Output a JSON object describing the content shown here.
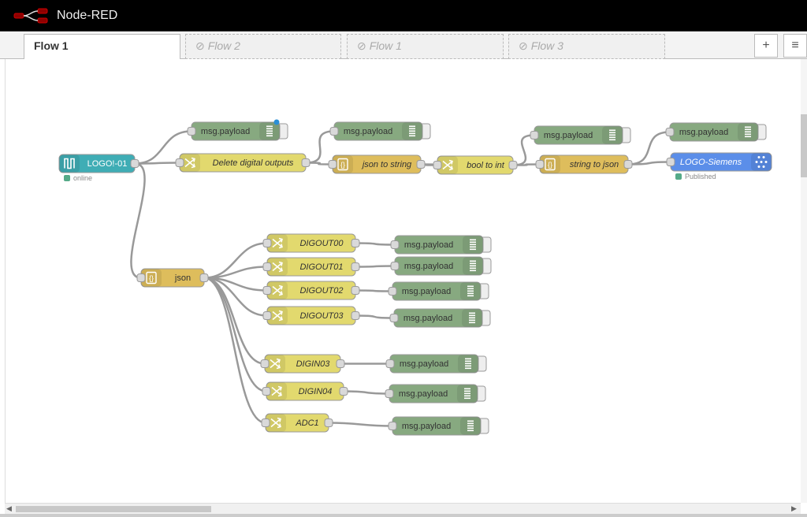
{
  "app": {
    "title": "Node-RED"
  },
  "tabs": [
    {
      "label": "Flow 1",
      "active": true,
      "disabled": false
    },
    {
      "label": "Flow 2",
      "active": false,
      "disabled": true
    },
    {
      "label": "Flow 1",
      "active": false,
      "disabled": true
    },
    {
      "label": "Flow 3",
      "active": false,
      "disabled": true
    }
  ],
  "tab_buttons": {
    "add": "+",
    "list": "≡"
  },
  "colors": {
    "debug": "#87a980",
    "function": "#e2d96e",
    "json": "#debd5c",
    "input": "#3fadb5",
    "output": "#5b8ee9",
    "status": "#5a8"
  },
  "nodes": [
    {
      "id": "logo",
      "type": "input",
      "label": "LOGO!-01",
      "status": "online"
    },
    {
      "id": "del",
      "type": "function",
      "label": "Delete digital outputs"
    },
    {
      "id": "dbg1",
      "type": "debug",
      "label": "msg.payload"
    },
    {
      "id": "j2s",
      "type": "json",
      "label": "json to string"
    },
    {
      "id": "dbg2",
      "type": "debug",
      "label": "msg.payload"
    },
    {
      "id": "b2i",
      "type": "function",
      "label": "bool to int"
    },
    {
      "id": "s2j",
      "type": "json",
      "label": "string to json"
    },
    {
      "id": "dbg3",
      "type": "debug",
      "label": "msg.payload"
    },
    {
      "id": "siemens",
      "type": "output",
      "label": "LOGO-Siemens",
      "status": "Published"
    },
    {
      "id": "dbg4",
      "type": "debug",
      "label": "msg.payload"
    },
    {
      "id": "json",
      "type": "json",
      "label": "json"
    },
    {
      "id": "d0",
      "type": "function",
      "label": "DIGOUT00"
    },
    {
      "id": "d1",
      "type": "function",
      "label": "DIGOUT01"
    },
    {
      "id": "d2",
      "type": "function",
      "label": "DIGOUT02"
    },
    {
      "id": "d3",
      "type": "function",
      "label": "DIGOUT03"
    },
    {
      "id": "i3",
      "type": "function",
      "label": "DIGIN03"
    },
    {
      "id": "i4",
      "type": "function",
      "label": "DIGIN04"
    },
    {
      "id": "adc",
      "type": "function",
      "label": "ADC1"
    },
    {
      "id": "p0",
      "type": "debug",
      "label": "msg.payload"
    },
    {
      "id": "p1",
      "type": "debug",
      "label": "msg.payload"
    },
    {
      "id": "p2",
      "type": "debug",
      "label": "msg.payload"
    },
    {
      "id": "p3",
      "type": "debug",
      "label": "msg.payload"
    },
    {
      "id": "p4",
      "type": "debug",
      "label": "msg.payload"
    },
    {
      "id": "p5",
      "type": "debug",
      "label": "msg.payload"
    },
    {
      "id": "p6",
      "type": "debug",
      "label": "msg.payload"
    }
  ],
  "wires": [
    [
      "logo",
      "dbg1"
    ],
    [
      "logo",
      "del"
    ],
    [
      "logo",
      "json"
    ],
    [
      "del",
      "dbg2"
    ],
    [
      "del",
      "j2s"
    ],
    [
      "j2s",
      "b2i"
    ],
    [
      "b2i",
      "dbg3"
    ],
    [
      "b2i",
      "s2j"
    ],
    [
      "s2j",
      "dbg4"
    ],
    [
      "s2j",
      "siemens"
    ],
    [
      "json",
      "d0"
    ],
    [
      "json",
      "d1"
    ],
    [
      "json",
      "d2"
    ],
    [
      "json",
      "d3"
    ],
    [
      "json",
      "i3"
    ],
    [
      "json",
      "i4"
    ],
    [
      "json",
      "adc"
    ],
    [
      "d0",
      "p0"
    ],
    [
      "d1",
      "p1"
    ],
    [
      "d2",
      "p2"
    ],
    [
      "d3",
      "p3"
    ],
    [
      "i3",
      "p4"
    ],
    [
      "i4",
      "p5"
    ],
    [
      "adc",
      "p6"
    ]
  ]
}
